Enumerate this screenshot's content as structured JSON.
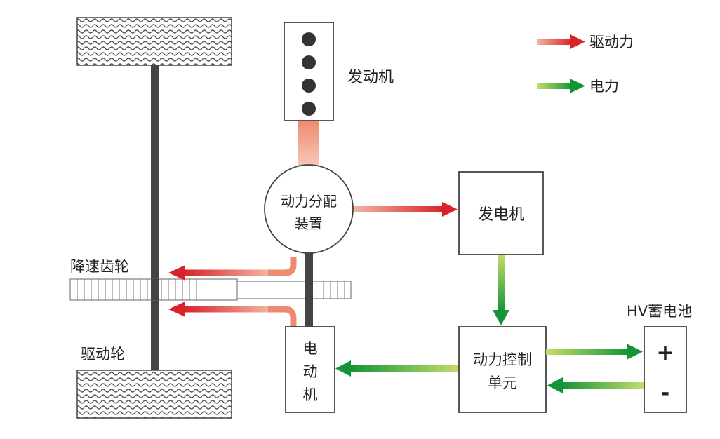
{
  "legend": {
    "drive_force_label": "驱动力",
    "electric_power_label": "电力"
  },
  "components": {
    "engine": "发动机",
    "power_split_line1": "动力分配",
    "power_split_line2": "装置",
    "generator": "发电机",
    "reduction_gear": "降速齿轮",
    "drive_wheel": "驱动轮",
    "motor_line1": "电",
    "motor_line2": "动",
    "motor_line3": "机",
    "pcu_line1": "动力控制",
    "pcu_line2": "单元",
    "battery": "HV蓄电池",
    "battery_plus": "+",
    "battery_minus": "-"
  },
  "colors": {
    "drive_force": "#d9222a",
    "electric_power": "#1a9a3a",
    "shaft": "#444444",
    "outline": "#555555"
  }
}
